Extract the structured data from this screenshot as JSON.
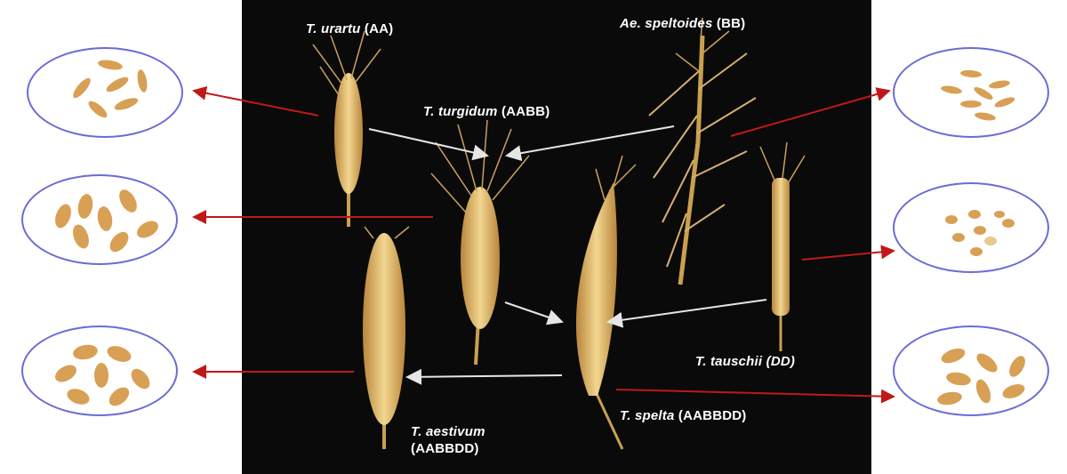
{
  "colors": {
    "panel": "#0a0a0a",
    "grain_arrow": "#c01818",
    "lineage_arrow": "#e6e6e6",
    "circle_border": "#6b6bd6",
    "grain": "#d8a055",
    "spike": "#e8c070"
  },
  "species": {
    "urartu": {
      "name": "T. urartu",
      "genome": "(AA)"
    },
    "speltoides": {
      "name": "Ae. speltoides",
      "genome": "(BB)"
    },
    "turgidum": {
      "name": "T. turgidum",
      "genome": "(AABB)"
    },
    "tauschii": {
      "name": "T. tauschii",
      "genome": "(DD)"
    },
    "aestivum": {
      "name": "T. aestivum",
      "genome": "(AABBDD)"
    },
    "spelta": {
      "name": "T. spelta",
      "genome": "(AABBDD)"
    }
  }
}
